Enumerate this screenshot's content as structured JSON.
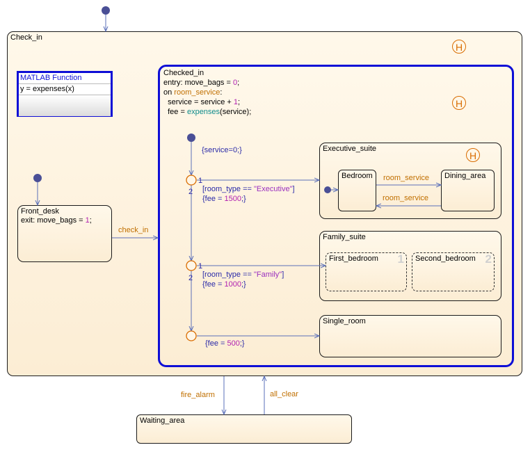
{
  "states": {
    "check_in": {
      "name": "Check_in"
    },
    "checked_in": {
      "name": "Checked_in",
      "entry_prefix": "entry: move_bags = ",
      "entry_value": "0",
      "entry_suffix": ";",
      "on_prefix": "on ",
      "on_event": "room_service",
      "on_suffix": ":",
      "line_service_prefix": "  service = service + ",
      "line_service_value": "1",
      "line_service_suffix": ";",
      "line_fee_prefix": "  fee = ",
      "line_fee_fn": "expenses",
      "line_fee_suffix": "(service);"
    },
    "front_desk": {
      "name": "Front_desk",
      "exit_prefix": "exit: move_bags = ",
      "exit_value": "1",
      "exit_suffix": ";"
    },
    "executive_suite": {
      "name": "Executive_suite"
    },
    "bedroom": {
      "name": "Bedroom"
    },
    "dining_area": {
      "name": "Dining_area"
    },
    "family_suite": {
      "name": "Family_suite"
    },
    "first_bedroom": {
      "name": "First_bedroom",
      "order": "1"
    },
    "second_bedroom": {
      "name": "Second_bedroom",
      "order": "2"
    },
    "single_room": {
      "name": "Single_room"
    },
    "waiting_area": {
      "name": "Waiting_area"
    }
  },
  "matlab_function": {
    "title": "MATLAB Function",
    "signature": "y = expenses(x)"
  },
  "history_symbol": "H",
  "transitions": {
    "check_in": "check_in",
    "fire_alarm": "fire_alarm",
    "all_clear": "all_clear",
    "room_service_top": "room_service",
    "room_service_bottom": "room_service",
    "service_init": "{service=0;}",
    "exec_cond_prefix": "[room_type == ",
    "exec_cond_value": "\"Executive\"",
    "exec_cond_suffix": "]",
    "exec_action_prefix": "{fee = ",
    "exec_action_value": "1500",
    "exec_action_suffix": ";}",
    "family_cond_prefix": "[room_type == ",
    "family_cond_value": "\"Family\"",
    "family_cond_suffix": "]",
    "family_action_prefix": "{fee = ",
    "family_action_value": "1000",
    "family_action_suffix": ";}",
    "single_action_prefix": "{fee = ",
    "single_action_value": "500",
    "single_action_suffix": ";}",
    "junction1_order_1": "1",
    "junction1_order_2": "2",
    "junction2_order_1": "1",
    "junction2_order_2": "2"
  },
  "colors": {
    "selection": "#0e0ed6",
    "event": "#c06f00",
    "history": "#d96c00",
    "transition": "#5a6fb8",
    "default_dot": "#4a4f96"
  }
}
